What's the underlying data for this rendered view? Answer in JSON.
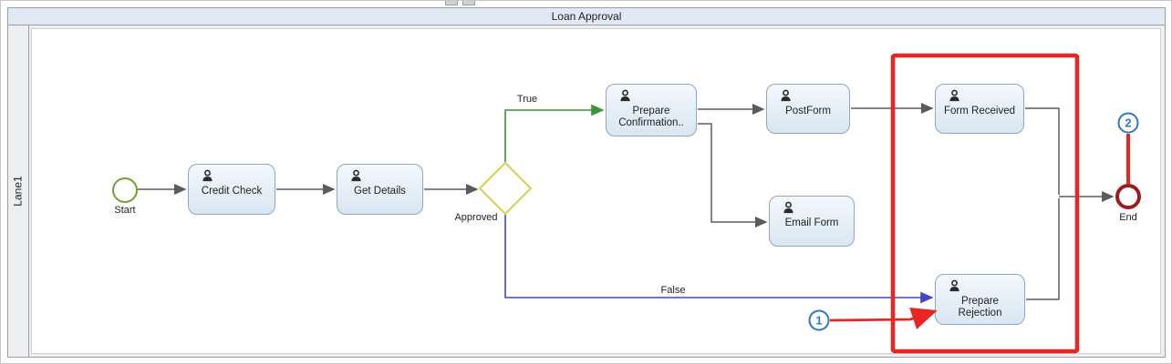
{
  "header": {
    "title": "Loan Approval"
  },
  "lane": {
    "label": "Lane1"
  },
  "events": {
    "start": {
      "label": "Start"
    },
    "end": {
      "label": "End"
    }
  },
  "gateway": {
    "label": "Approved"
  },
  "tasks": {
    "credit_check": {
      "label": "Credit Check"
    },
    "get_details": {
      "label": "Get Details"
    },
    "prepare_confirmation": {
      "label": "Prepare Confirmation.."
    },
    "postform": {
      "label": "PostForm"
    },
    "form_received": {
      "label": "Form Received"
    },
    "email_form": {
      "label": "Email Form"
    },
    "prepare_rejection": {
      "label": "Prepare Rejection"
    }
  },
  "branches": {
    "true_label": "True",
    "false_label": "False"
  },
  "callouts": {
    "one": "1",
    "two": "2"
  },
  "colors": {
    "start_stroke": "#70a12f",
    "end_stroke": "#9b1c21",
    "gateway_stroke": "#d6d24d",
    "true_stroke": "#3a9637",
    "false_stroke": "#4444cf",
    "connector_stroke": "#5b5b5b",
    "annotation_red": "#e8251f",
    "callout_blue": "#2e78c2"
  }
}
